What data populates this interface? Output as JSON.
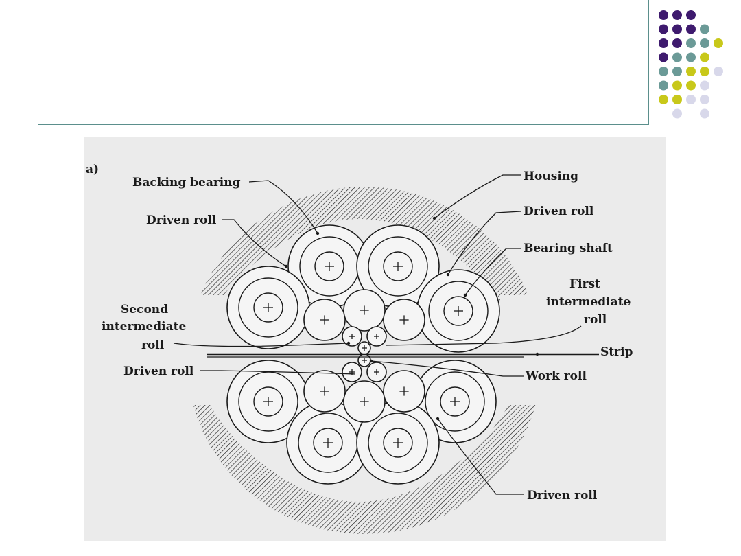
{
  "theme": {
    "rule_color": "#5b8f8c",
    "dot_colors": {
      "purple": "#3e1a6e",
      "teal": "#6b9a97",
      "yellow": "#c8c81a",
      "lavender": "#d8d8ea"
    },
    "figure_background": "#ebebeb",
    "ink": "#1a1a1a"
  },
  "dot_grid": [
    [
      "purple",
      "purple",
      "purple",
      null,
      null
    ],
    [
      "purple",
      "purple",
      "purple",
      "teal",
      null
    ],
    [
      "purple",
      "purple",
      "teal",
      "teal",
      "yellow"
    ],
    [
      "purple",
      "teal",
      "teal",
      "yellow",
      null
    ],
    [
      "teal",
      "teal",
      "yellow",
      "yellow",
      "lavender"
    ],
    [
      "teal",
      "yellow",
      "yellow",
      "lavender",
      null
    ],
    [
      "yellow",
      "yellow",
      "lavender",
      "lavender",
      null
    ],
    [
      null,
      "lavender",
      null,
      "lavender",
      null
    ]
  ],
  "diagram": {
    "corner_mark": "a)",
    "labels": {
      "backing_bearing": "Backing bearing",
      "housing": "Housing",
      "driven_roll_top_left": "Driven roll",
      "driven_roll_top_right": "Driven roll",
      "bearing_shaft": "Bearing shaft",
      "first_intermediate_line1": "First",
      "first_intermediate_line2": "intermediate",
      "first_intermediate_line3": "roll",
      "second_intermediate_line1": "Second",
      "second_intermediate_line2": "intermediate",
      "second_intermediate_line3": "roll",
      "strip": "Strip",
      "driven_roll_mid_left": "Driven roll",
      "work_roll": "Work roll",
      "driven_roll_bottom": "Driven roll"
    }
  }
}
